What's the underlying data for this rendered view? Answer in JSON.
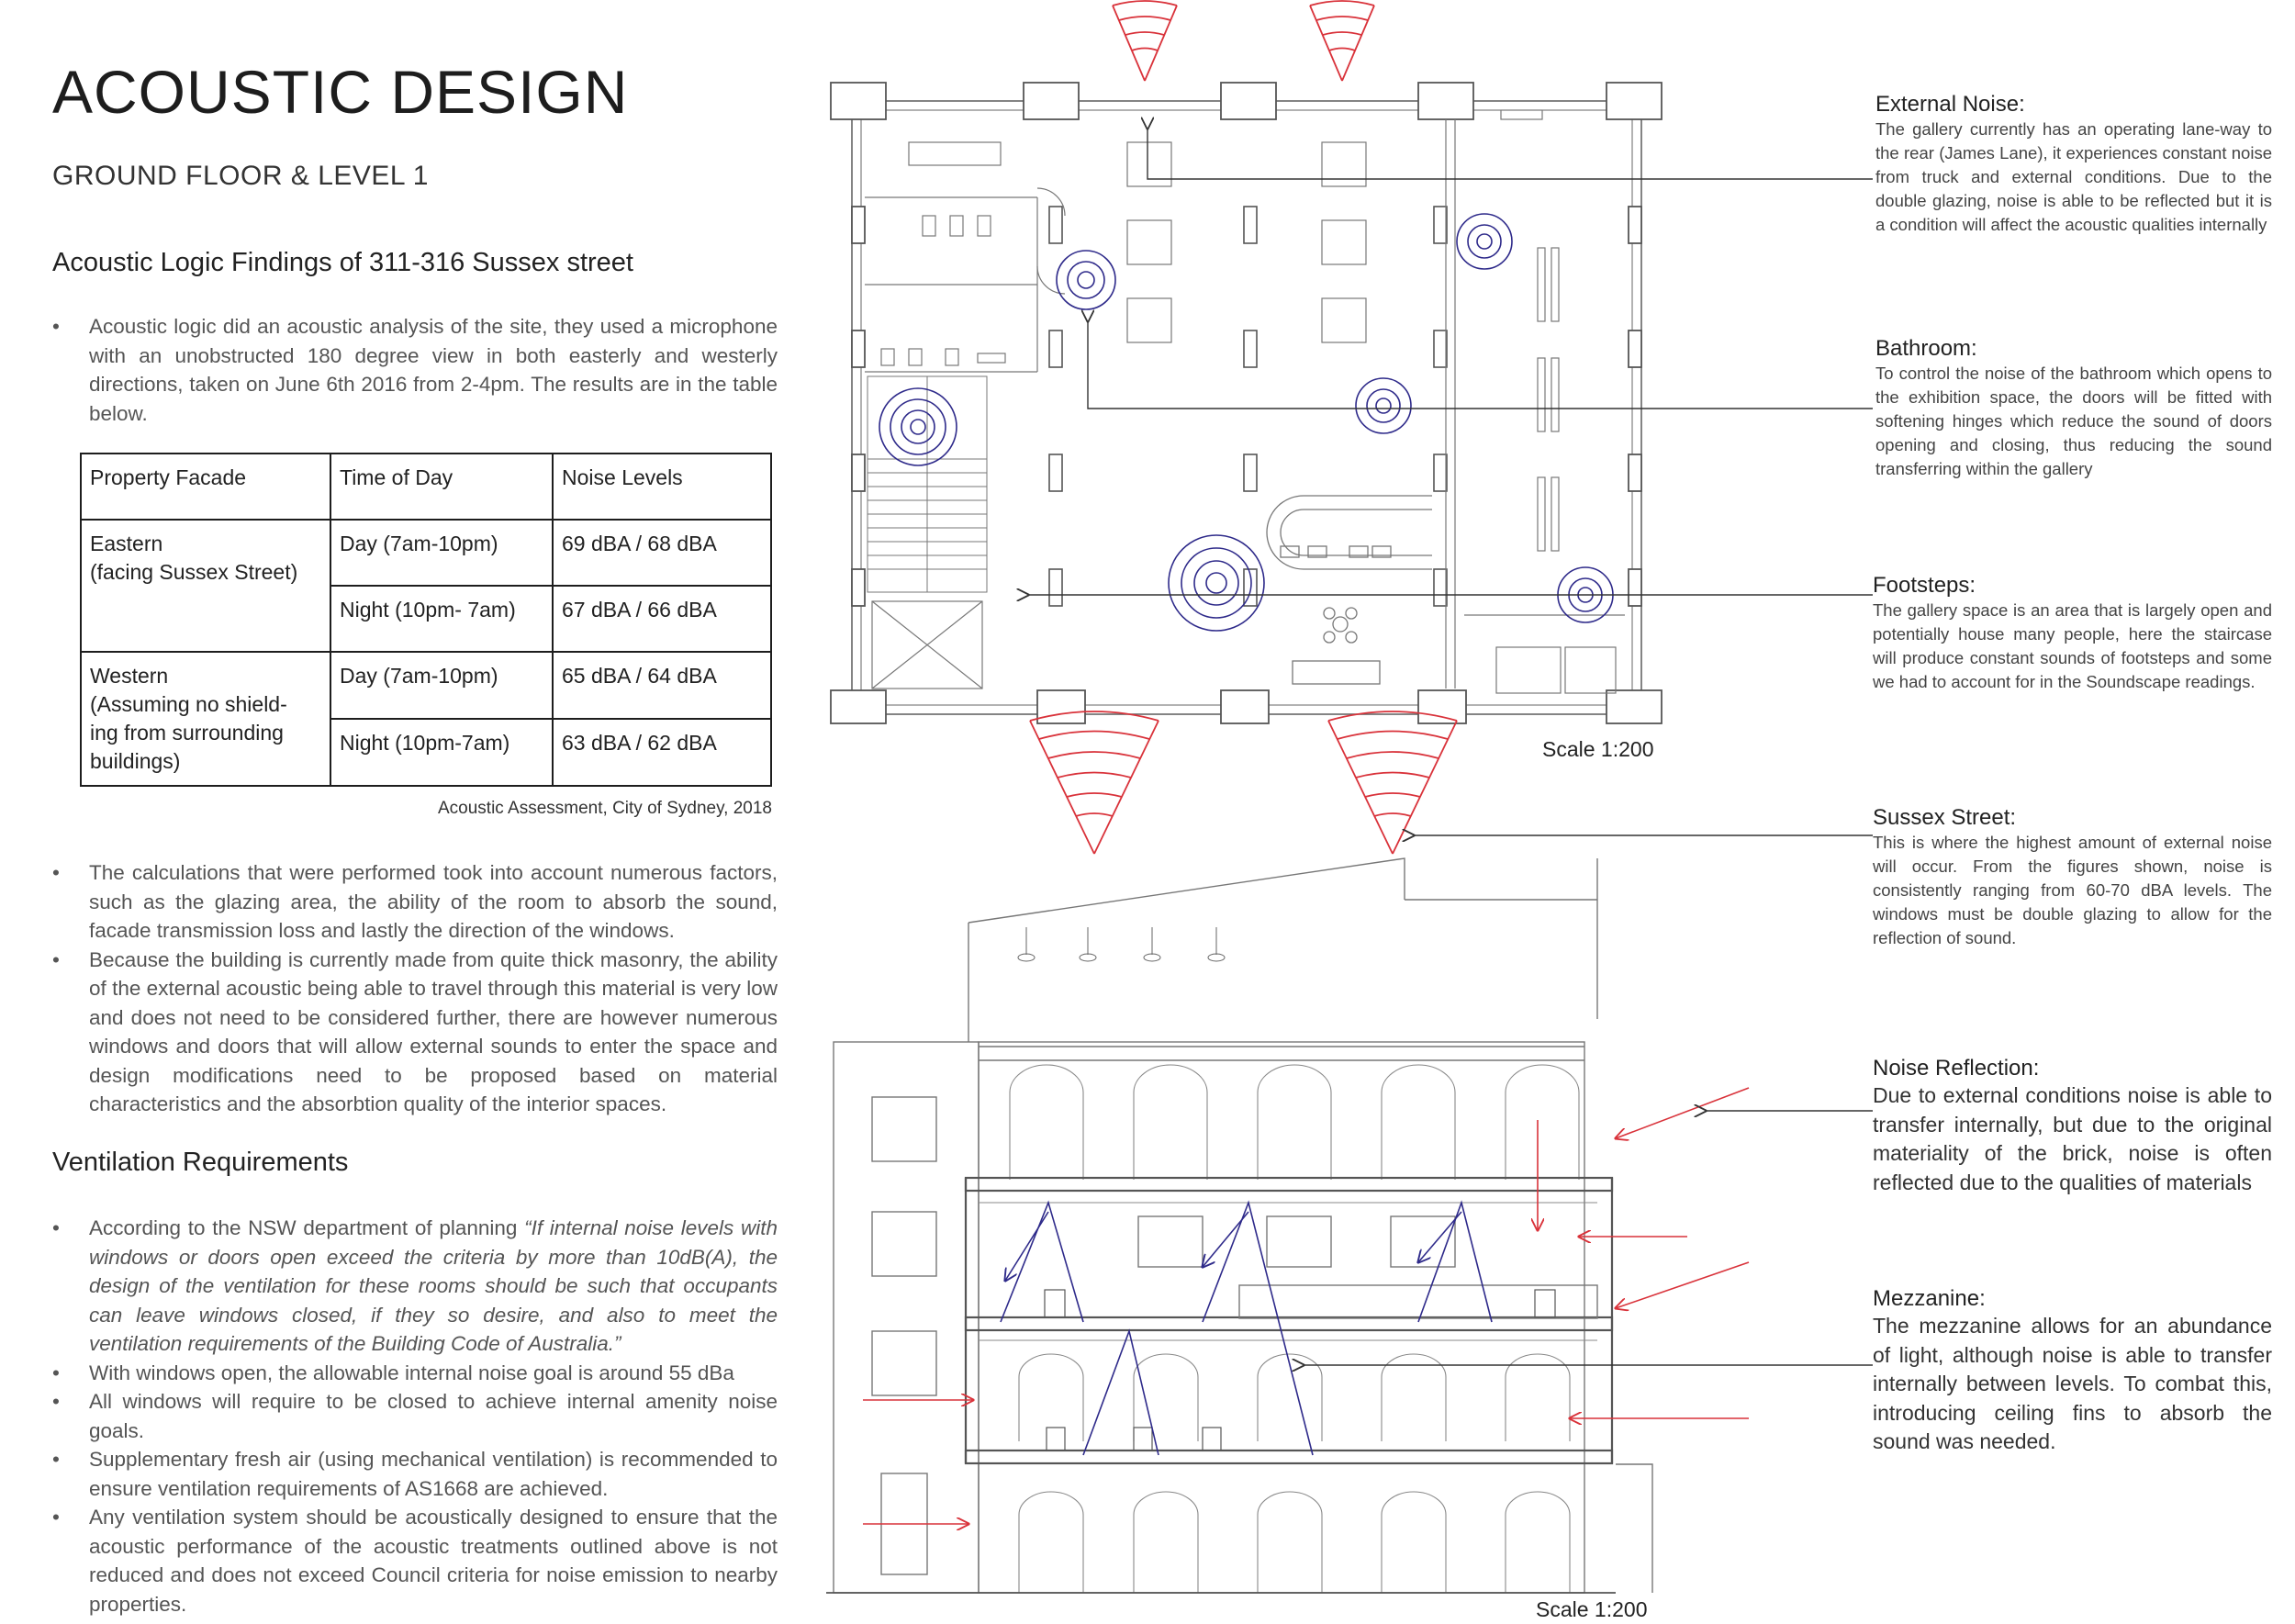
{
  "header": {
    "title": "ACOUSTIC DESIGN",
    "subtitle": "GROUND FLOOR & LEVEL 1"
  },
  "findings": {
    "heading": "Acoustic Logic Findings of 311-316 Sussex street",
    "intro": "Acoustic logic did an acoustic analysis of the site, they used a microphone with an unobstructed 180 degree view in both easterly and westerly directions, taken on June 6th 2016 from 2-4pm. The results are in the table below."
  },
  "noise_table": {
    "headers": [
      "Property Facade",
      "Time of Day",
      "Noise Levels"
    ],
    "eastern_facade": "Eastern\n(facing Sussex Street)",
    "western_facade": "Western\n(Assuming no shield-\ning from surrounding\nbuildings)",
    "rows": [
      {
        "time": "Day (7am-10pm)",
        "level": "69 dBA / 68 dBA"
      },
      {
        "time": "Night (10pm- 7am)",
        "level": "67 dBA / 66 dBA"
      },
      {
        "time": "Day (7am-10pm)",
        "level": "65 dBA / 64 dBA"
      },
      {
        "time": "Night (10pm-7am)",
        "level": "63 dBA / 62 dBA"
      }
    ],
    "source": "Acoustic Assessment, City of Sydney, 2018"
  },
  "calculations": [
    "The calculations that were performed took into account numerous factors, such as the glazing area, the ability of the room to absorb the sound, facade transmission loss and lastly the direction of the windows.",
    "Because the building is currently made from quite thick masonry, the ability of the external acoustic being able to travel through this material is very low and does not need to be considered further, there are however numerous windows and doors that will allow external sounds to enter the space and design modifications need to be proposed based on material characteristics and the absorbtion quality of the interior spaces."
  ],
  "ventilation": {
    "heading": "Ventilation Requirements",
    "quote_intro": "According to the NSW department of planning ",
    "quote": "“If internal noise levels with windows or doors open exceed the criteria by more than 10dB(A), the design of the ventilation for these rooms should be such that occupants can leave windows closed, if they so desire, and also to meet the ventilation requirements of the Building Code of Australia.”",
    "items": [
      "With windows open, the allowable internal noise goal is around 55 dBa",
      "All windows will require to be closed to achieve internal amenity noise goals.",
      "Supplementary fresh air (using mechanical ventilation) is recommended to ensure ventilation requirements of AS1668 are achieved.",
      "Any ventilation system should be acoustically designed to ensure that the acoustic performance of the acoustic treatments outlined above is not reduced and does not exceed Council criteria for noise emission to nearby properties."
    ]
  },
  "plan": {
    "scale": "Scale 1:200"
  },
  "section": {
    "scale": "Scale 1:200"
  },
  "annotations": {
    "external_noise": {
      "title": "External Noise:",
      "body": "The gallery currently has an operating lane-way to the rear (James Lane), it experiences constant noise from truck and external conditions. Due to the double glazing, noise is able to be reflected but it is a condition will affect the acoustic qualities internally"
    },
    "bathroom": {
      "title": "Bathroom:",
      "body": "To control the noise of the bathroom which opens to the exhibition space, the doors will be fitted with softening hinges which reduce the sound of doors opening and closing, thus reducing the sound transferring within the gallery"
    },
    "footsteps": {
      "title": "Footsteps:",
      "body": "The gallery space is an area that is largely open and potentially house many people, here the staircase will produce constant sounds of footsteps and some we had to account for in the Soundscape readings."
    },
    "sussex_street": {
      "title": "Sussex Street:",
      "body": "This is where the highest amount of external noise will occur. From the figures shown, noise is consistently ranging from 60-70 dBA levels. The windows must be double glazing to allow for the reflection of sound."
    },
    "noise_reflection": {
      "title": "Noise Reflection:",
      "body": "Due to external conditions noise is able to transfer internally, but due to the original materiality of the brick, noise is often reflected due to the qualities of materials"
    },
    "mezzanine": {
      "title": "Mezzanine:",
      "body": "The mezzanine allows for an abundance of light, although noise is able to transfer internally between levels. To combat this, introducing ceiling fins to absorb the sound was needed."
    }
  },
  "colors": {
    "noise_red": "#d9323a",
    "sound_blue": "#2e2a8a",
    "line_grey": "#555555"
  }
}
